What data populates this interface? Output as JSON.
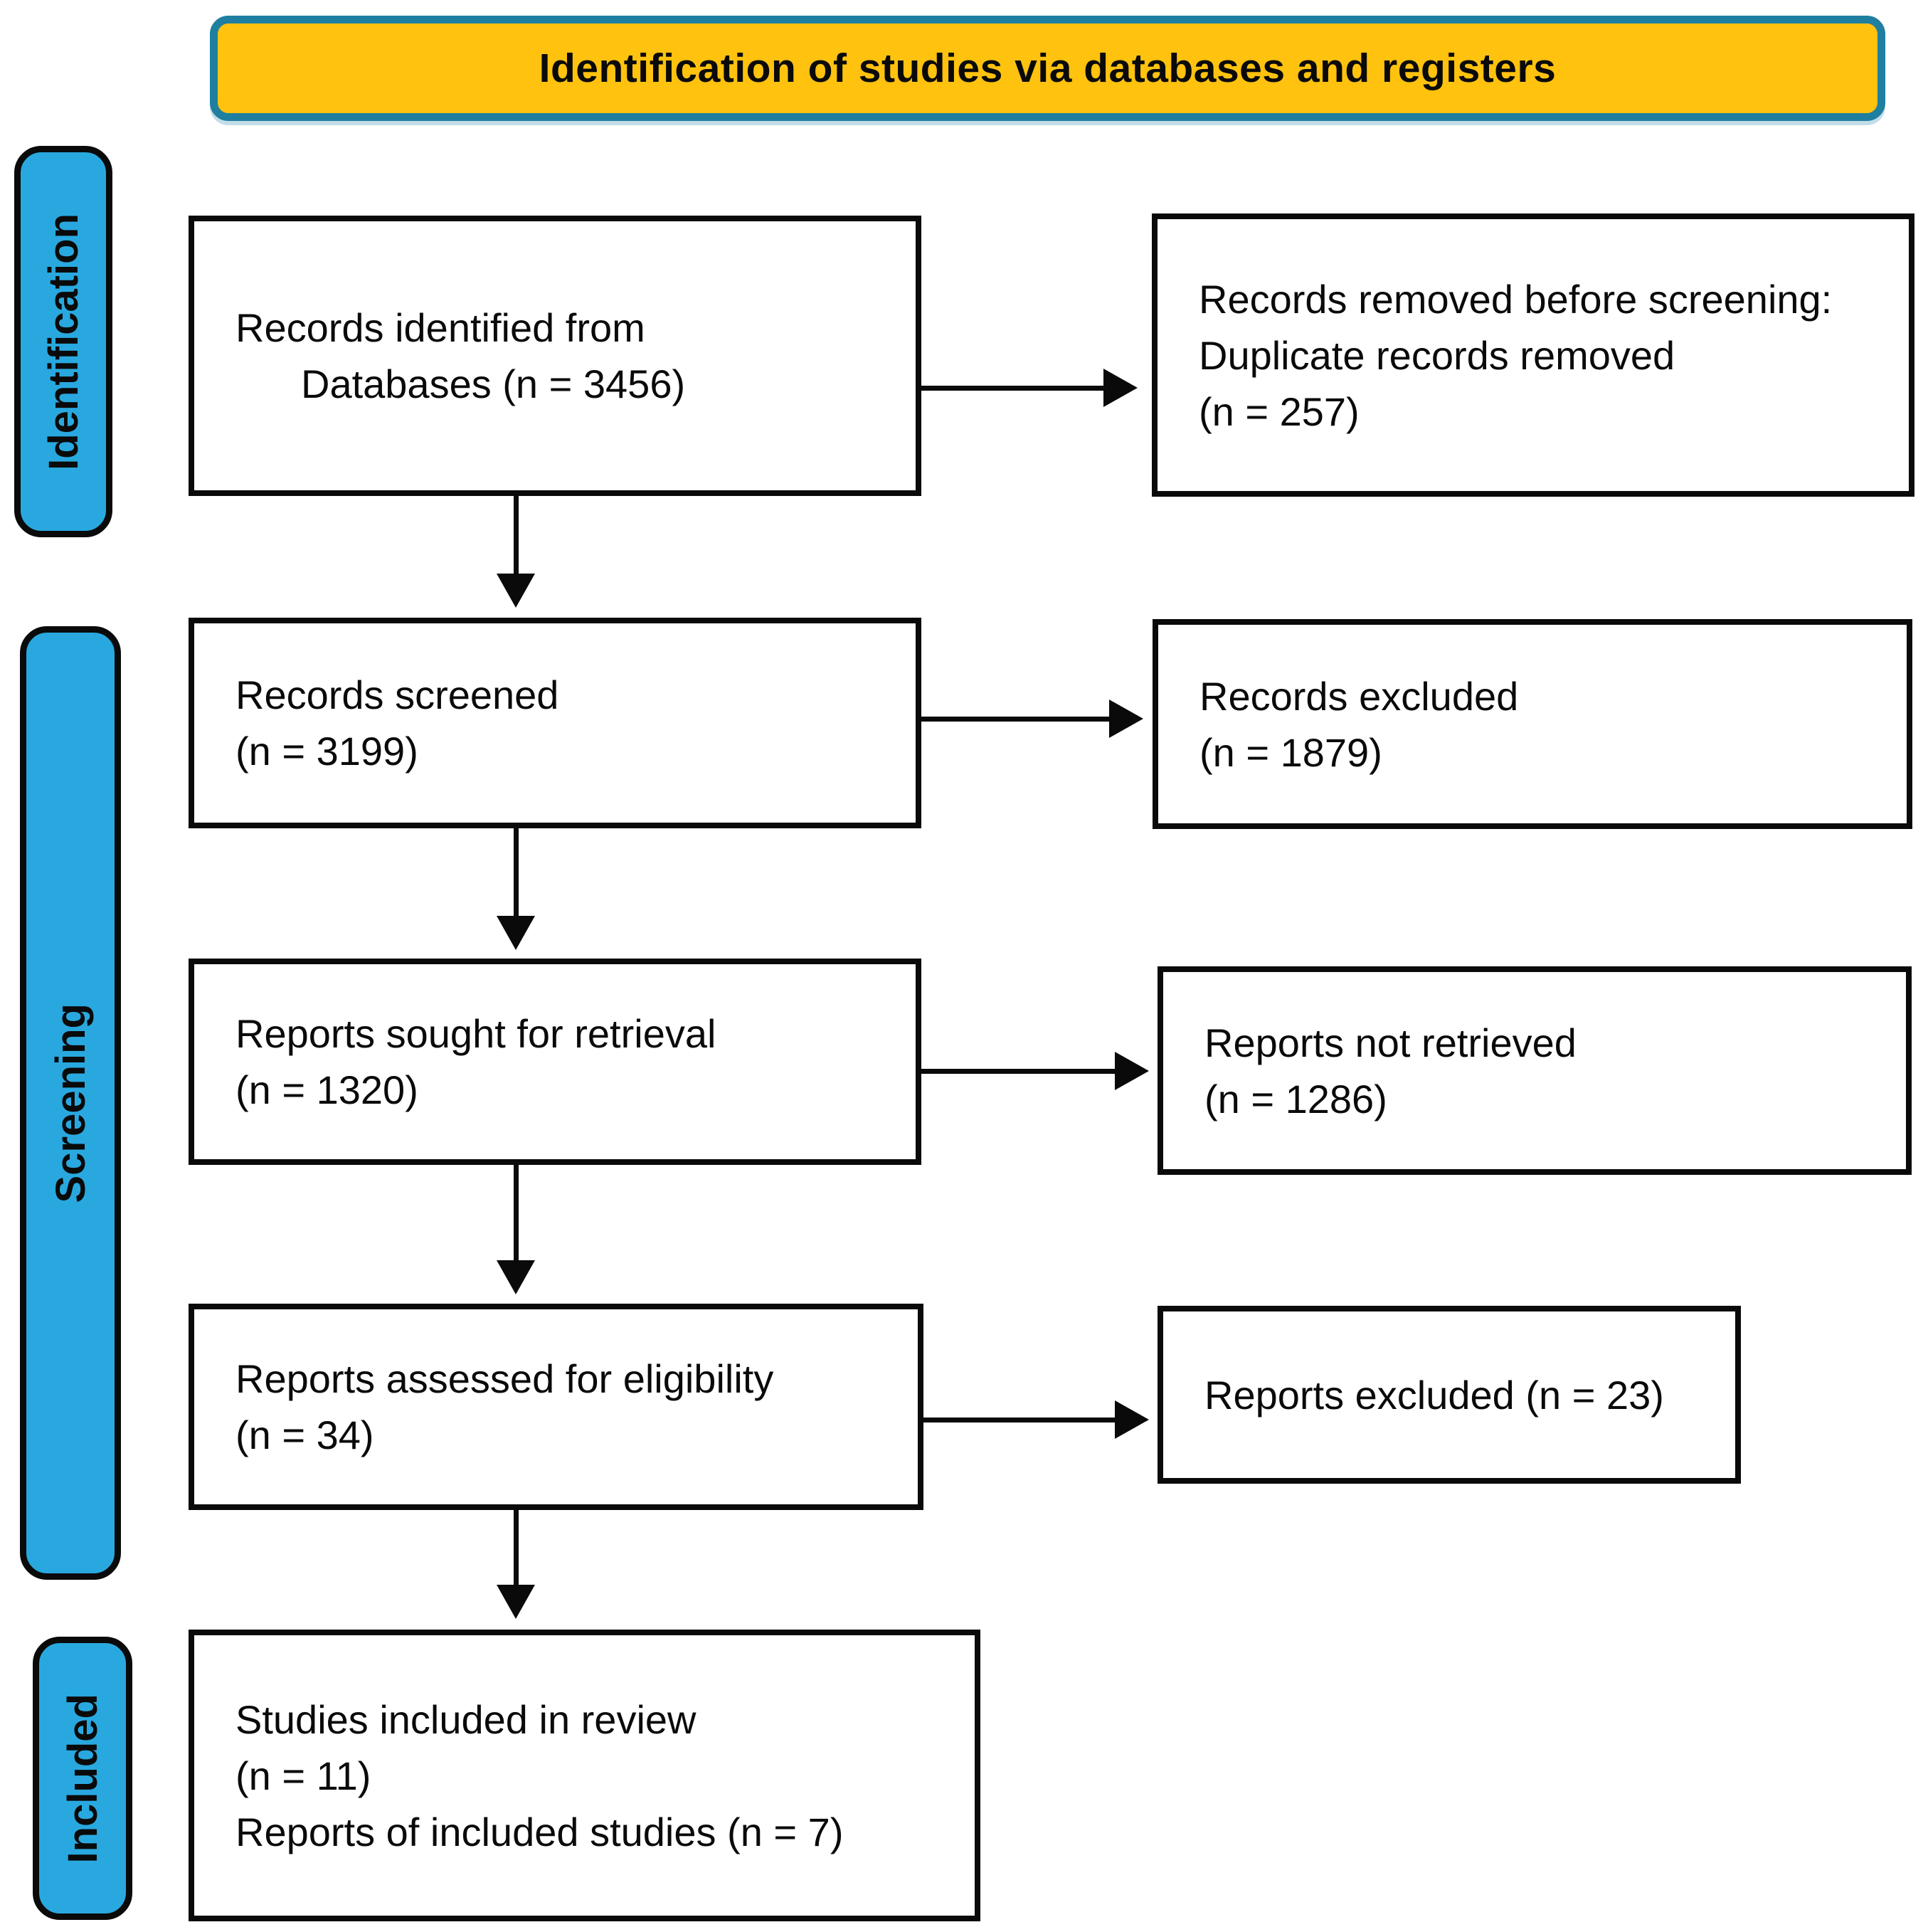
{
  "header": {
    "title": "Identification of studies via databases and registers"
  },
  "stages": {
    "identification": "Identification",
    "screening": "Screening",
    "included": "Included"
  },
  "flow": {
    "identified": {
      "line1": "Records identified from",
      "line2": "Databases (n = 3456)"
    },
    "removed": {
      "line1": "Records removed before screening:",
      "line2": "Duplicate records removed",
      "line3": "(n = 257)"
    },
    "screened": {
      "line1": "Records screened",
      "line2": "(n = 3199)"
    },
    "excluded": {
      "line1": "Records excluded",
      "line2": "(n = 1879)"
    },
    "sought": {
      "line1": "Reports sought for retrieval",
      "line2": "(n = 1320)"
    },
    "not_retrieved": {
      "line1": "Reports not retrieved",
      "line2": "(n = 1286)"
    },
    "assessed": {
      "line1": "Reports assessed for eligibility",
      "line2": "(n = 34)"
    },
    "reports_excluded": {
      "line1": "Reports excluded (n = 23)"
    },
    "included_studies": {
      "line1": "Studies included in review",
      "line2": "(n = 11)",
      "line3": "Reports of included studies (n = 7)"
    }
  },
  "colors": {
    "banner_fill": "#FFC20E",
    "banner_border": "#1F7FA0",
    "stage_fill": "#29A8DF",
    "box_border": "#0a0a0a",
    "box_fill": "#ffffff",
    "arrow": "#0a0a0a"
  }
}
